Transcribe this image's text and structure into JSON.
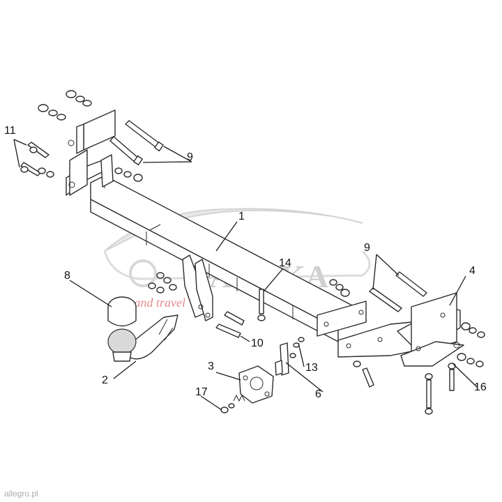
{
  "watermark": {
    "brand": "AHAKA",
    "tagline": "tuck and travel"
  },
  "footer_brand": "allegro.pl",
  "callouts": {
    "c1": "1",
    "c2": "2",
    "c3": "3",
    "c4": "4",
    "c6": "6",
    "c8": "8",
    "c9a": "9",
    "c9b": "9",
    "c10": "10",
    "c11": "11",
    "c13": "13",
    "c14": "14",
    "c16": "16",
    "c17": "17"
  }
}
